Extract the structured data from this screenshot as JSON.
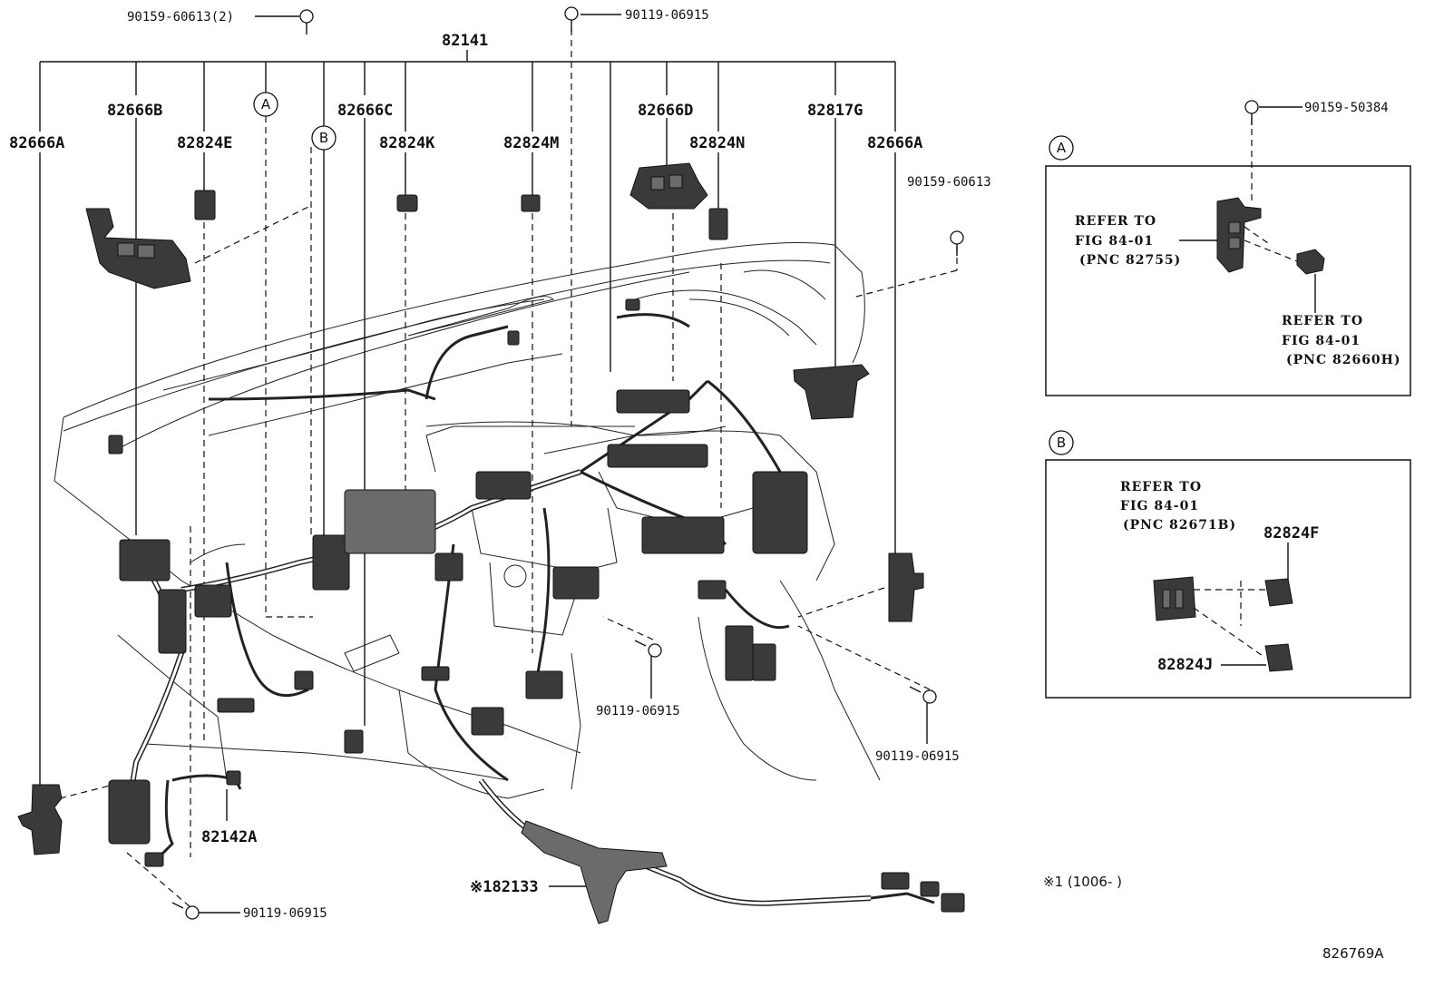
{
  "diagram": {
    "main_part": "82141",
    "callouts": {
      "top_bolt_left": "90159-60613(2)",
      "top_bolt_mid": "90119-06915",
      "p82666A_left": "82666A",
      "p82666B": "82666B",
      "p82824E": "82824E",
      "circle_A": "A",
      "circle_B": "B",
      "p82666C": "82666C",
      "p82824K": "82824K",
      "p82824M": "82824M",
      "p82666D": "82666D",
      "p82824N": "82824N",
      "p82817G": "82817G",
      "p82666A_right": "82666A",
      "bolt_right": "90159-60613",
      "p82142A": "82142A",
      "bolt_bottom_left": "90119-06915",
      "p82133": "※182133",
      "bolt_center": "90119-06915",
      "bolt_bottom_right": "90119-06915"
    },
    "inset_A": {
      "label": "A",
      "bolt": "90159-50384",
      "refer1_l1": "REFER TO",
      "refer1_l2": "FIG 84-01",
      "refer1_l3": "(PNC 82755)",
      "refer2_l1": "REFER TO",
      "refer2_l2": "FIG 84-01",
      "refer2_l3": "(PNC 82660H)"
    },
    "inset_B": {
      "label": "B",
      "refer_l1": "REFER TO",
      "refer_l2": "FIG 84-01",
      "refer_l3": "(PNC 82671B)",
      "p82824F": "82824F",
      "p82824J": "82824J"
    },
    "footnote": "※1 (1006-          )",
    "figure_id": "826769A"
  }
}
